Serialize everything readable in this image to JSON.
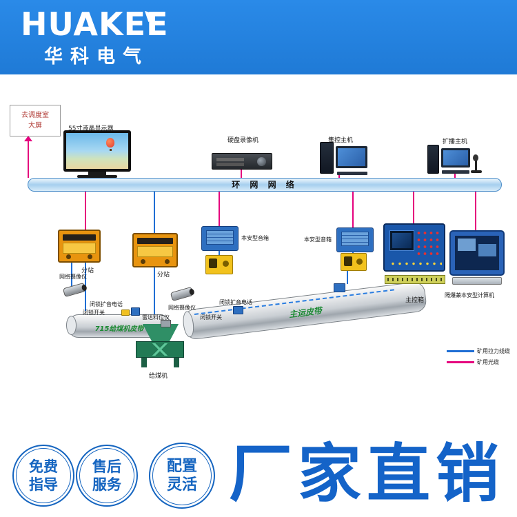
{
  "header": {
    "brand": "HUAKEE",
    "brand_cn": "华科电气"
  },
  "diagram": {
    "dispatch_box": "去调度室\n大屏",
    "monitor": "55寸液晶显示器",
    "dvr": "硬盘录像机",
    "central_host": "集控主机",
    "broadcast_host": "扩播主机",
    "ring_network": "环 网 网 络",
    "substation_1": "分站",
    "substation_2": "分站",
    "speaker_1": "本安型音箱",
    "speaker_2": "本安型音箱",
    "camera_1": "网络摄像仪",
    "camera_2": "网络摄像仪",
    "lock_phone_1": "闭锁扩音电话",
    "lock_phone_2": "闭锁扩音电话",
    "lock_switch_1": "闭锁开关",
    "lock_switch_2": "闭锁开关",
    "radar": "雷达料位仪",
    "feeder_belt": "715给煤机皮带",
    "coal_feeder": "给煤机",
    "main_belt": "主运皮带",
    "main_control": "主控箱",
    "ex_computer": "隔爆兼本安型计算机",
    "legend": {
      "tension_cable": "矿用拉力线缆",
      "optical_cable": "矿用光缆"
    },
    "colors": {
      "optical": "#e5007d",
      "tension": "#1f6ed4"
    }
  },
  "footer": {
    "badge_1": {
      "line1": "免费",
      "line2": "指导"
    },
    "badge_2": {
      "line1": "售后",
      "line2": "服务"
    },
    "badge_3": {
      "line1": "配置",
      "line2": "灵活"
    },
    "slogan": "厂家直销"
  }
}
